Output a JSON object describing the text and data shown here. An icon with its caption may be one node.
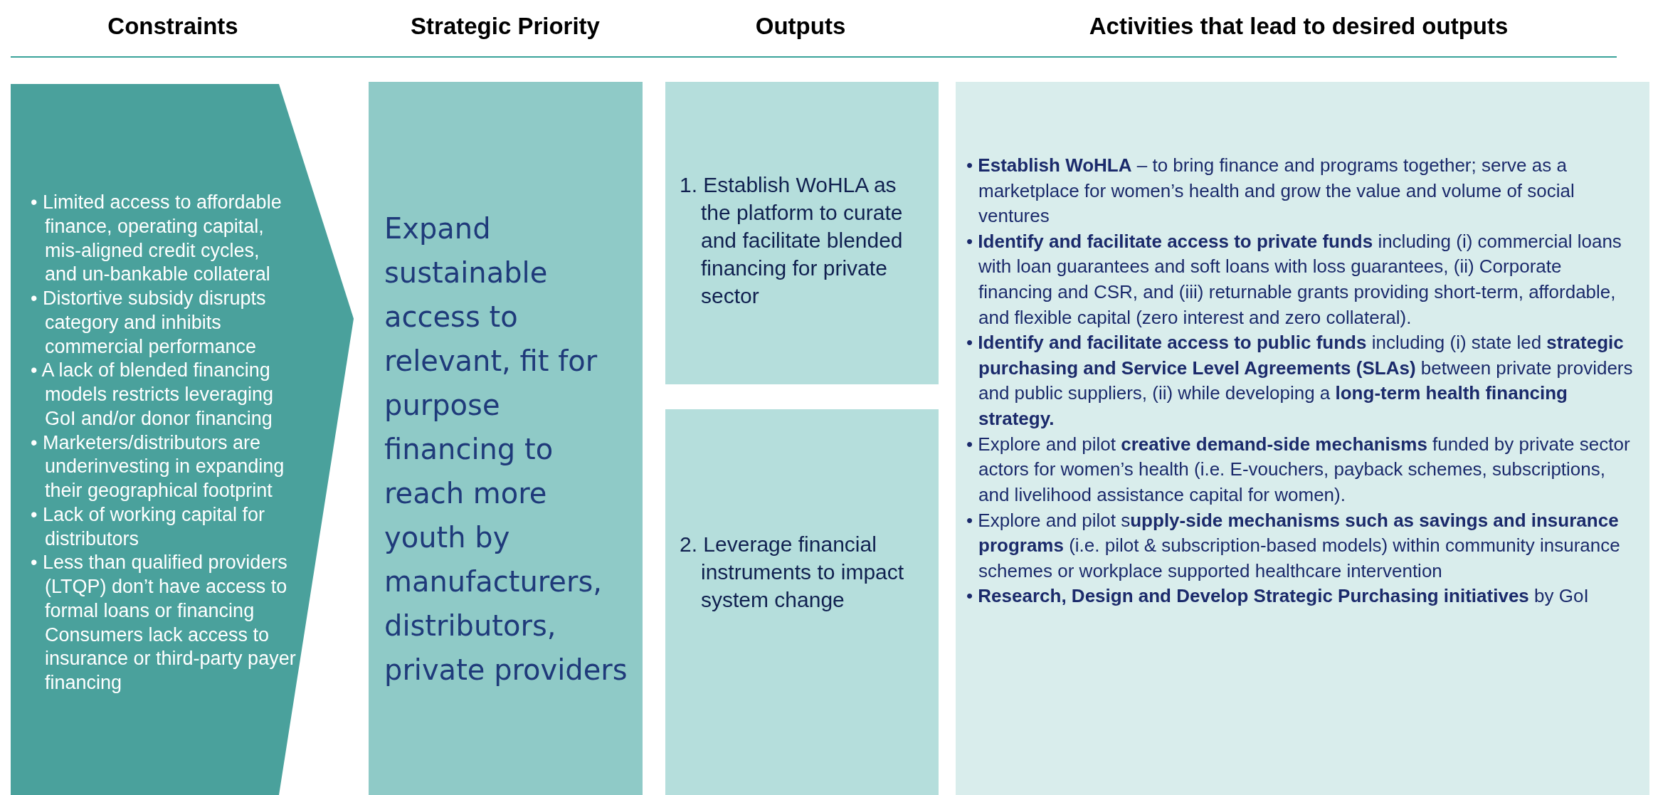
{
  "diagram": {
    "nodes": [
      {
        "text": [
          "• Limited access to affordable finance, operating capital, mis-aligned credit cycles, and un-bankable collateral",
          "• Distortive subsidy disrupts category and inhibits commercial performance",
          "• A lack of blended financing models restricts leveraging GoI and/or donor financing",
          "• Marketers/distributors are underinvesting in expanding their geographical footprint",
          "• Lack of working capital for distributors",
          "• Less than qualified providers (LTQP) don’t have access to formal loans or financing Consumers lack access to insurance or third-party payer financing"
        ]
      },
      {
        "text": [
          "Expand sustainable access to relevant, fit for purpose financing to reach more youth by manufacturers, distributors, private providers"
        ]
      },
      {
        "text": [
          "1. Establish WoHLA as the platform to curate and facilitate blended financing for private sector"
        ]
      },
      {
        "text": [
          "2. Leverage financial instruments to impact system change"
        ]
      },
      {
        "text": [
          "• **Establish WoHLA** – to bring finance and programs together; serve as a marketplace for women’s health and grow the value and volume of social ventures",
          "• **Identify and facilitate access to private funds** including (i) commercial loans with loan guarantees and soft loans with loss guarantees, (ii) Corporate financing and CSR, and (iii) returnable grants providing short-term, affordable, and flexible capital (zero interest and zero collateral).",
          "• **Identify and facilitate access to public funds** including (i) state led **strategic purchasing and Service Level Agreements (SLAs)** between private providers and public suppliers, (ii) while developing a **long-term health financing strategy.**",
          "• Explore and pilot **creative demand-side mechanisms** funded by private sector actors for women’s health (i.e. E-vouchers, payback schemes, subscriptions, and livelihood assistance capital for women).",
          "• Explore and pilot s**upply-side mechanisms such as savings and insurance programs** (i.e. pilot & subscription-based models) within community insurance schemes or workplace supported healthcare intervention",
          "• **Research, Design and Develop Strategic Purchasing initiatives** by GoI"
        ]
      }
    ],
    "labels": [
      "Constraints",
      "Strategic Priority",
      "Outputs",
      "Activities that lead to desired outputs"
    ]
  }
}
